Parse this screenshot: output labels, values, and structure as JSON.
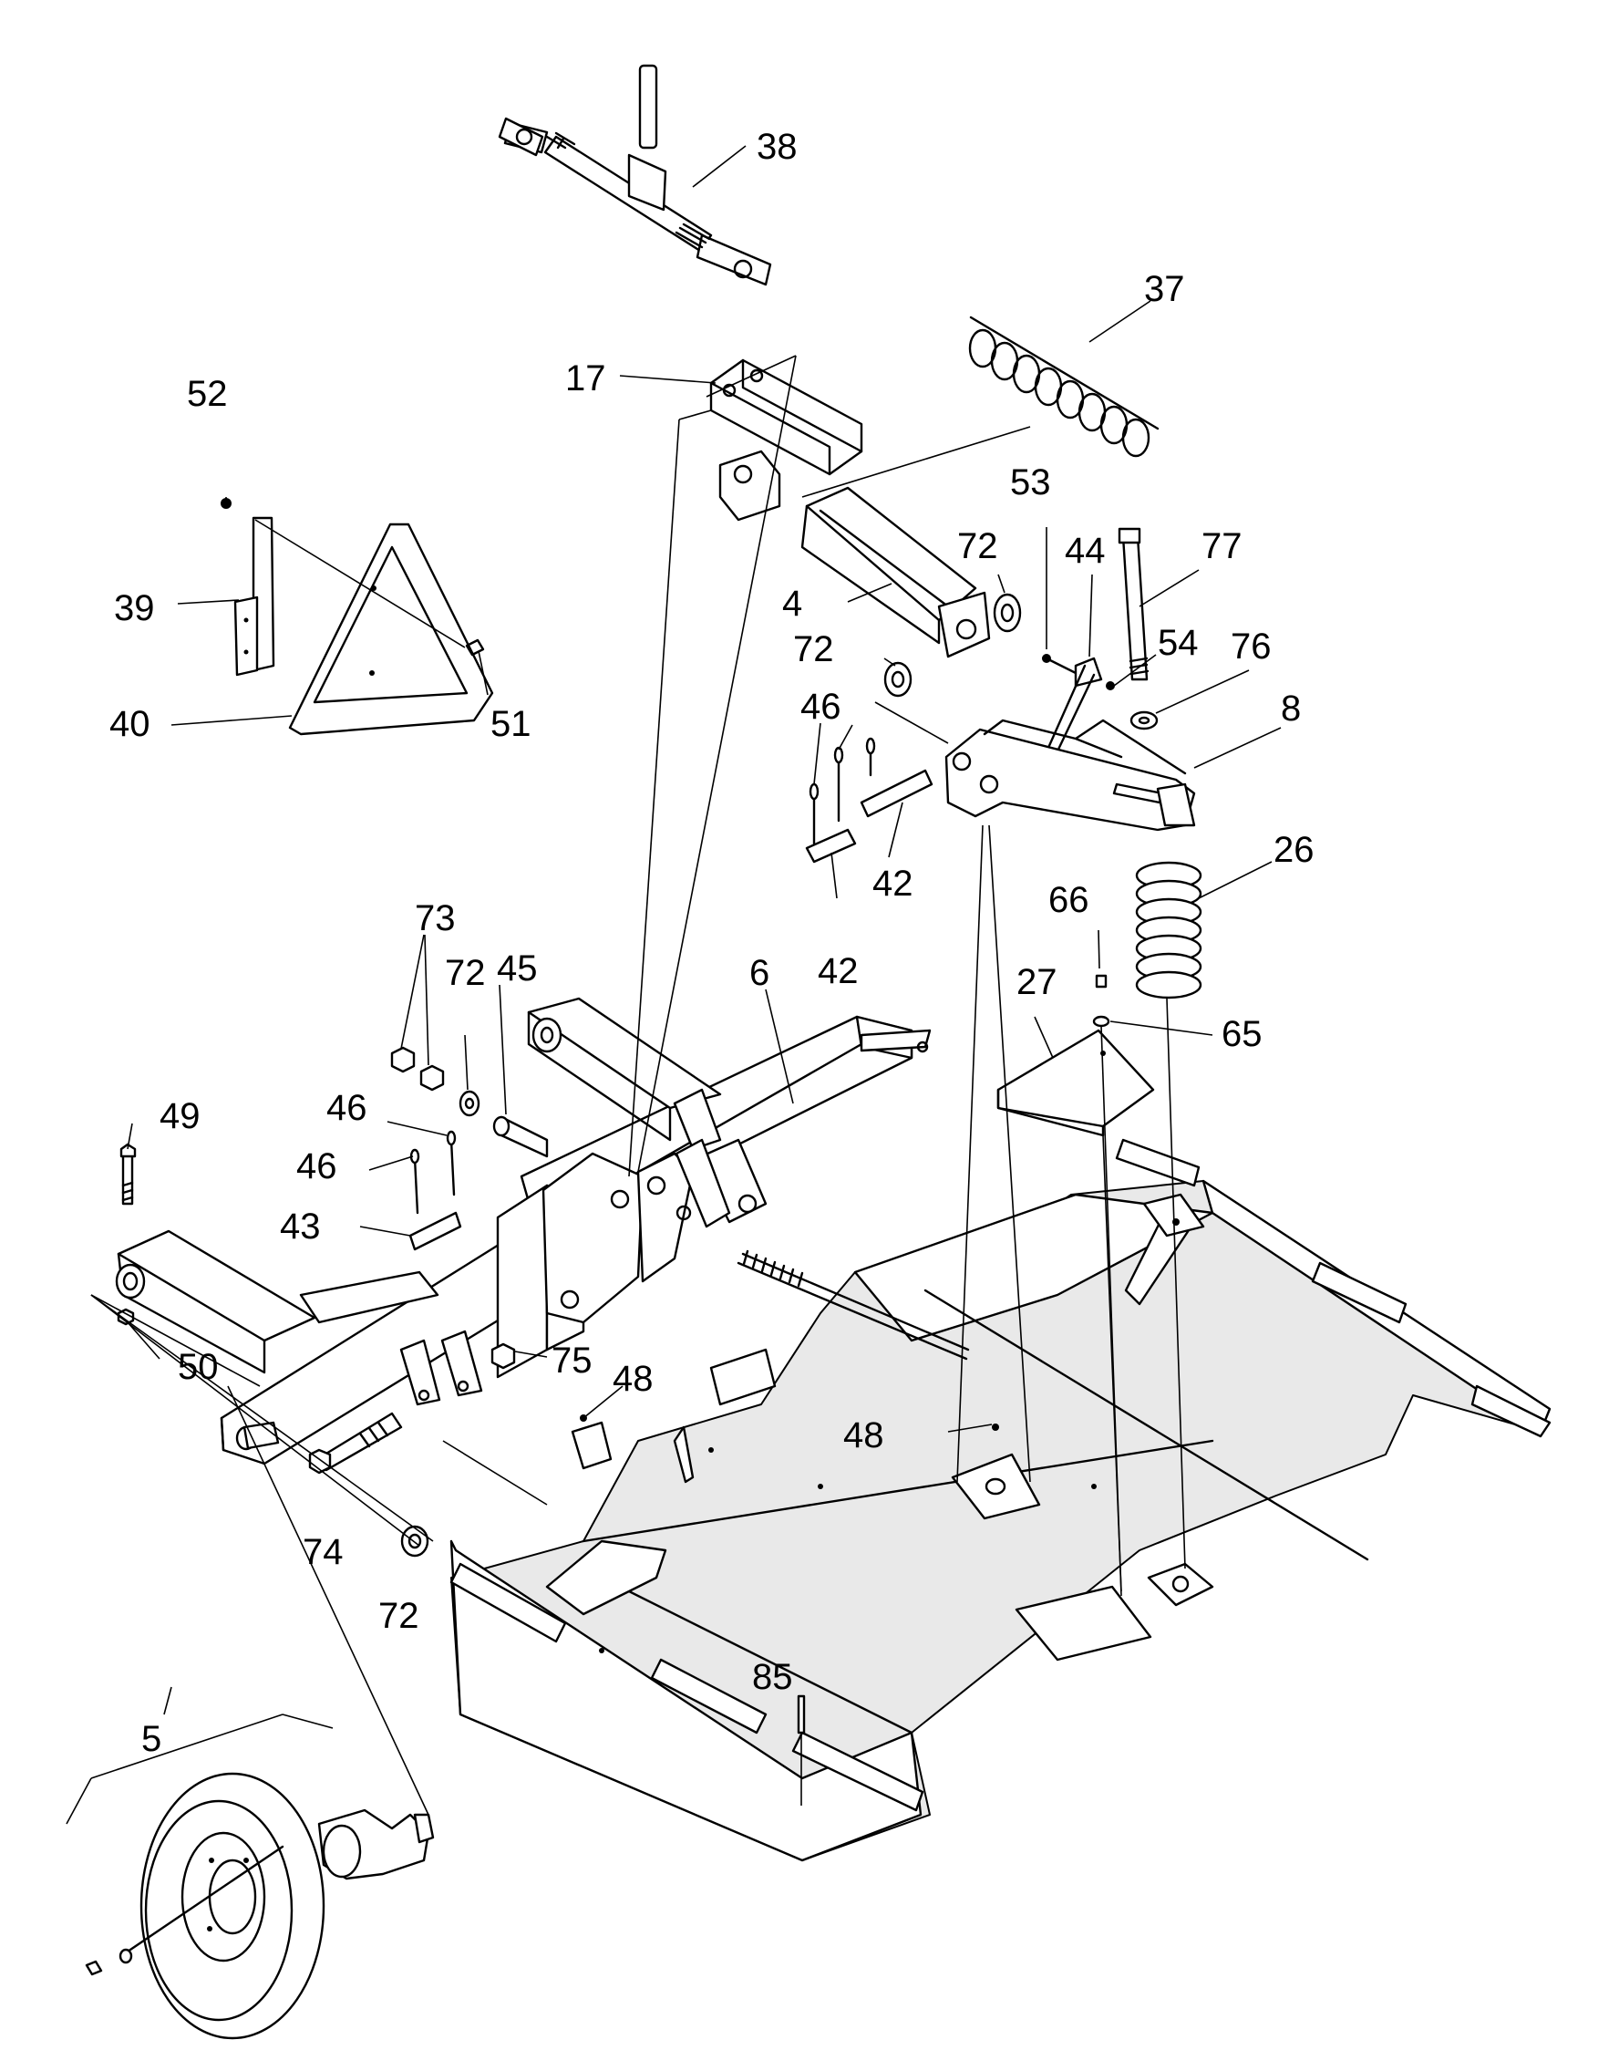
{
  "callouts": {
    "c38": "38",
    "c37": "37",
    "c17": "17",
    "c52": "52",
    "c39": "39",
    "c40": "40",
    "c51": "51",
    "c4": "4",
    "c72a": "72",
    "c72b": "72",
    "c53": "53",
    "c44": "44",
    "c77": "77",
    "c54": "54",
    "c76": "76",
    "c8": "8",
    "c46a": "46",
    "c42a": "42",
    "c42b": "42",
    "c26": "26",
    "c66": "66",
    "c27": "27",
    "c65": "65",
    "c73": "73",
    "c72c": "72",
    "c45": "45",
    "c6": "6",
    "c49": "49",
    "c46b": "46",
    "c46c": "46",
    "c43": "43",
    "c50": "50",
    "c75": "75",
    "c48a": "48",
    "c48b": "48",
    "c74": "74",
    "c72d": "72",
    "c85": "85",
    "c5": "5"
  }
}
